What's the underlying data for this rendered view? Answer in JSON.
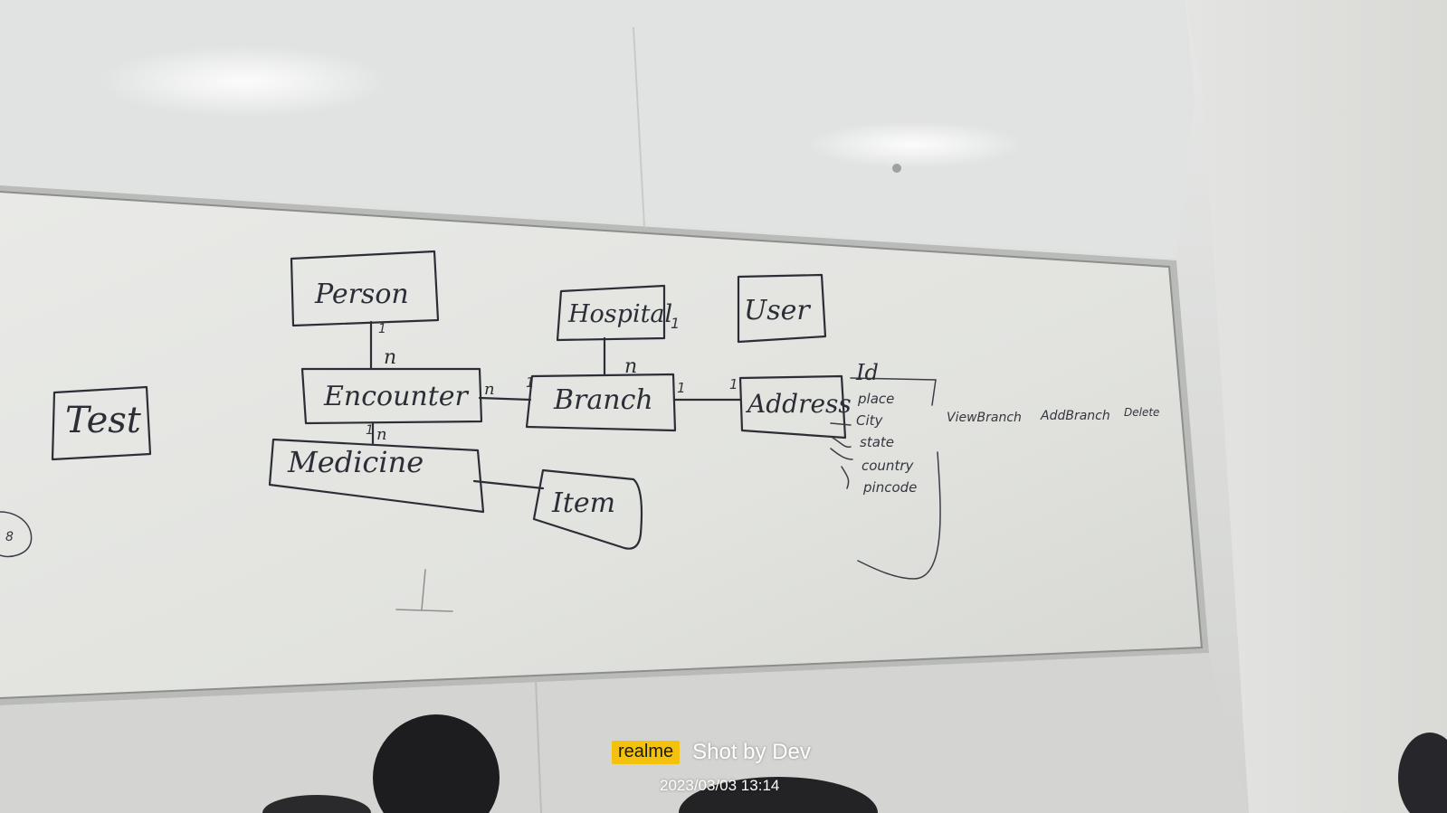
{
  "whiteboard": {
    "entities": {
      "person": "Person",
      "hospital": "Hospital",
      "user": "User",
      "test": "Test",
      "encounter": "Encounter",
      "branch": "Branch",
      "address": "Address",
      "medicine": "Medicine",
      "item": "Item"
    },
    "cardinality": {
      "person_encounter_top": "1",
      "person_encounter_bottom": "n",
      "hospital_branch_top": "1",
      "hospital_branch_bottom": "n",
      "encounter_branch_left": "n",
      "encounter_branch_right": "1",
      "branch_address_left": "1",
      "branch_address_right": "1",
      "encounter_medicine_top": "1",
      "encounter_medicine_bottom": "n"
    },
    "address_fields": [
      "Id",
      "place",
      "City",
      "state",
      "country",
      "pincode"
    ],
    "operations": [
      "ViewBranch",
      "AddBranch",
      "Delete"
    ],
    "margin_mark": "8"
  },
  "watermark": {
    "brand": "realme",
    "caption": "Shot by Dev",
    "datetime": "2023/03/03 13:14",
    "brand_color": "#f4c20d"
  }
}
